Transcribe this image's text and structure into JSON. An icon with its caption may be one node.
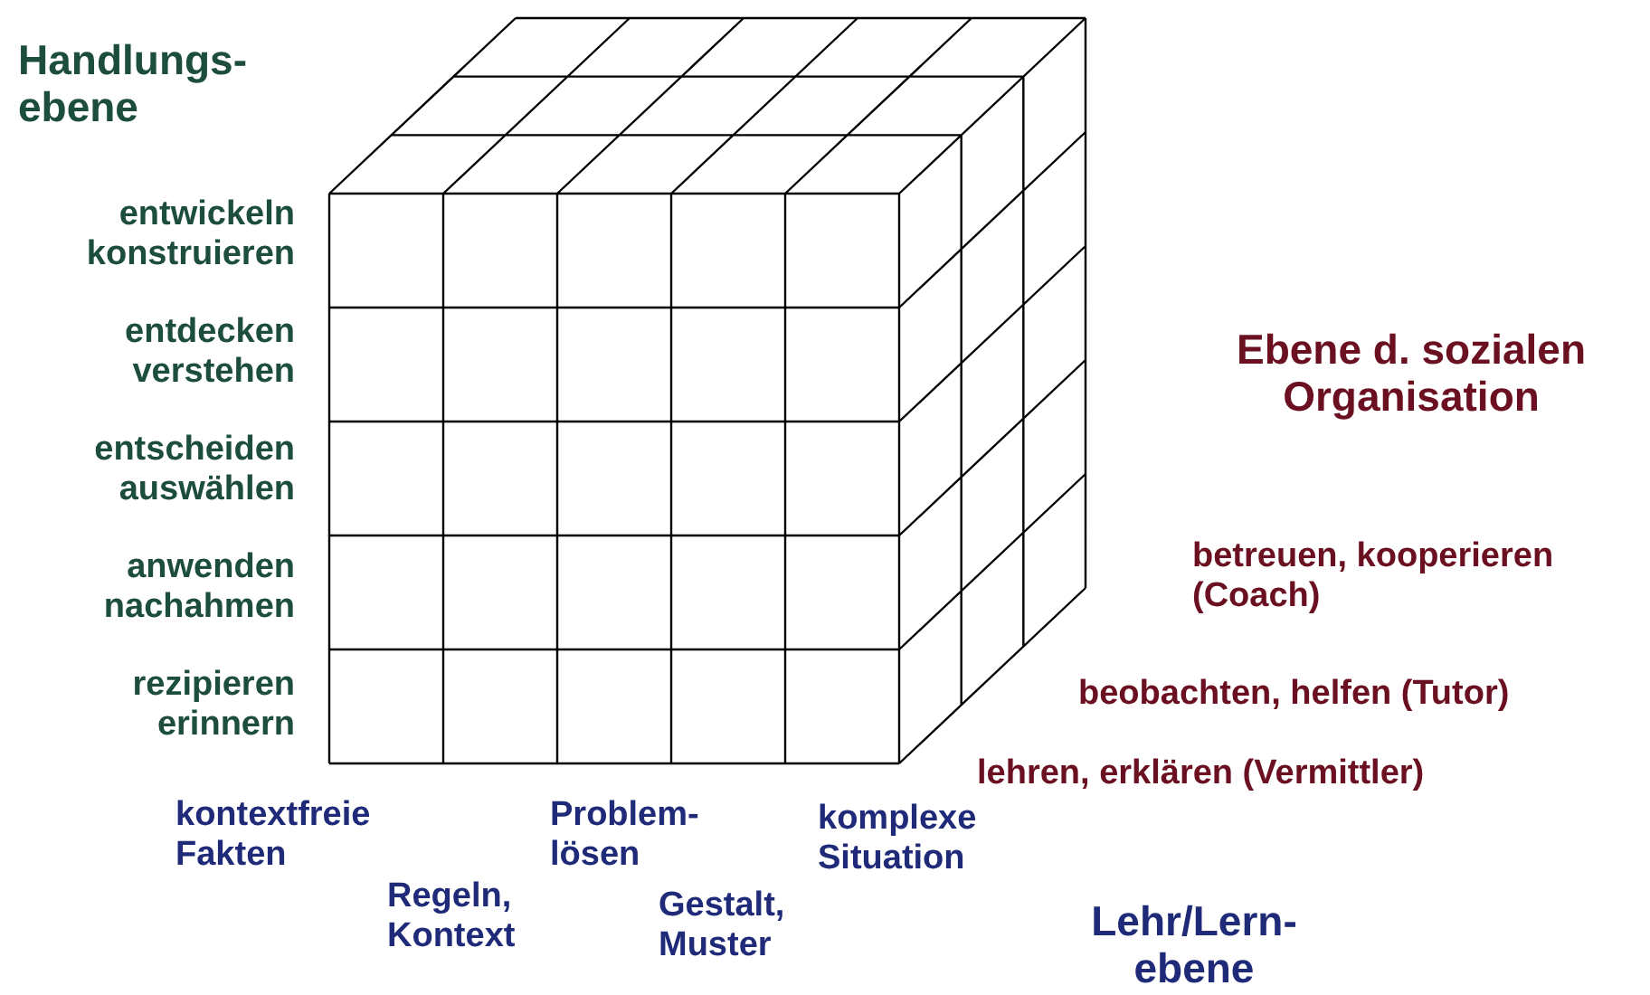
{
  "diagram": {
    "labels": [
      "Handlungs- ebene",
      "entwickeln konstruieren",
      "entdecken verstehen",
      "Ebene d. sozialen Organisation",
      "entscheiden auswählen",
      "anwenden nachahmen",
      "betreuen, kooperieren (Coach)",
      "rezipieren erinnern",
      "beobachten, helfen (Tutor)",
      "lehren, erklären (Vermittler)",
      "kontextfreie Fakten",
      "Problem- lösen",
      "komplexe Situation",
      "Regeln, Kontext",
      "Gestalt, Muster",
      "Lehr/Lern- ebene"
    ]
  }
}
